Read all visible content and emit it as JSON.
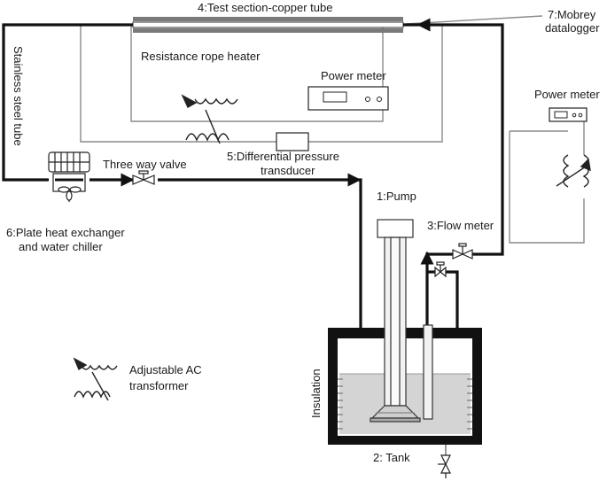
{
  "labels": {
    "test_section": "4:Test section-copper tube",
    "datalogger_line1": "7:Mobrey",
    "datalogger_line2": "datalogger",
    "rope_heater": "Resistance rope heater",
    "power_meter_inner": "Power meter",
    "power_meter_outer": "Power meter",
    "stainless_tube": "Stainless steel tube",
    "three_way_valve": "Three way valve",
    "dp_line1": "5:Differential pressure",
    "dp_line2": "transducer",
    "pump": "1:Pump",
    "flow_meter": "3:Flow meter",
    "hx_line1": "6:Plate heat exchanger",
    "hx_line2": "and water chiller",
    "ac_line1": "Adjustable AC",
    "ac_line2": "transformer",
    "insulation": "Insulation",
    "tank": "2: Tank"
  },
  "colors": {
    "pipe": "#111111",
    "wire": "#8a8a8a",
    "water": "#d4d4d4",
    "insulation": "#111111"
  }
}
